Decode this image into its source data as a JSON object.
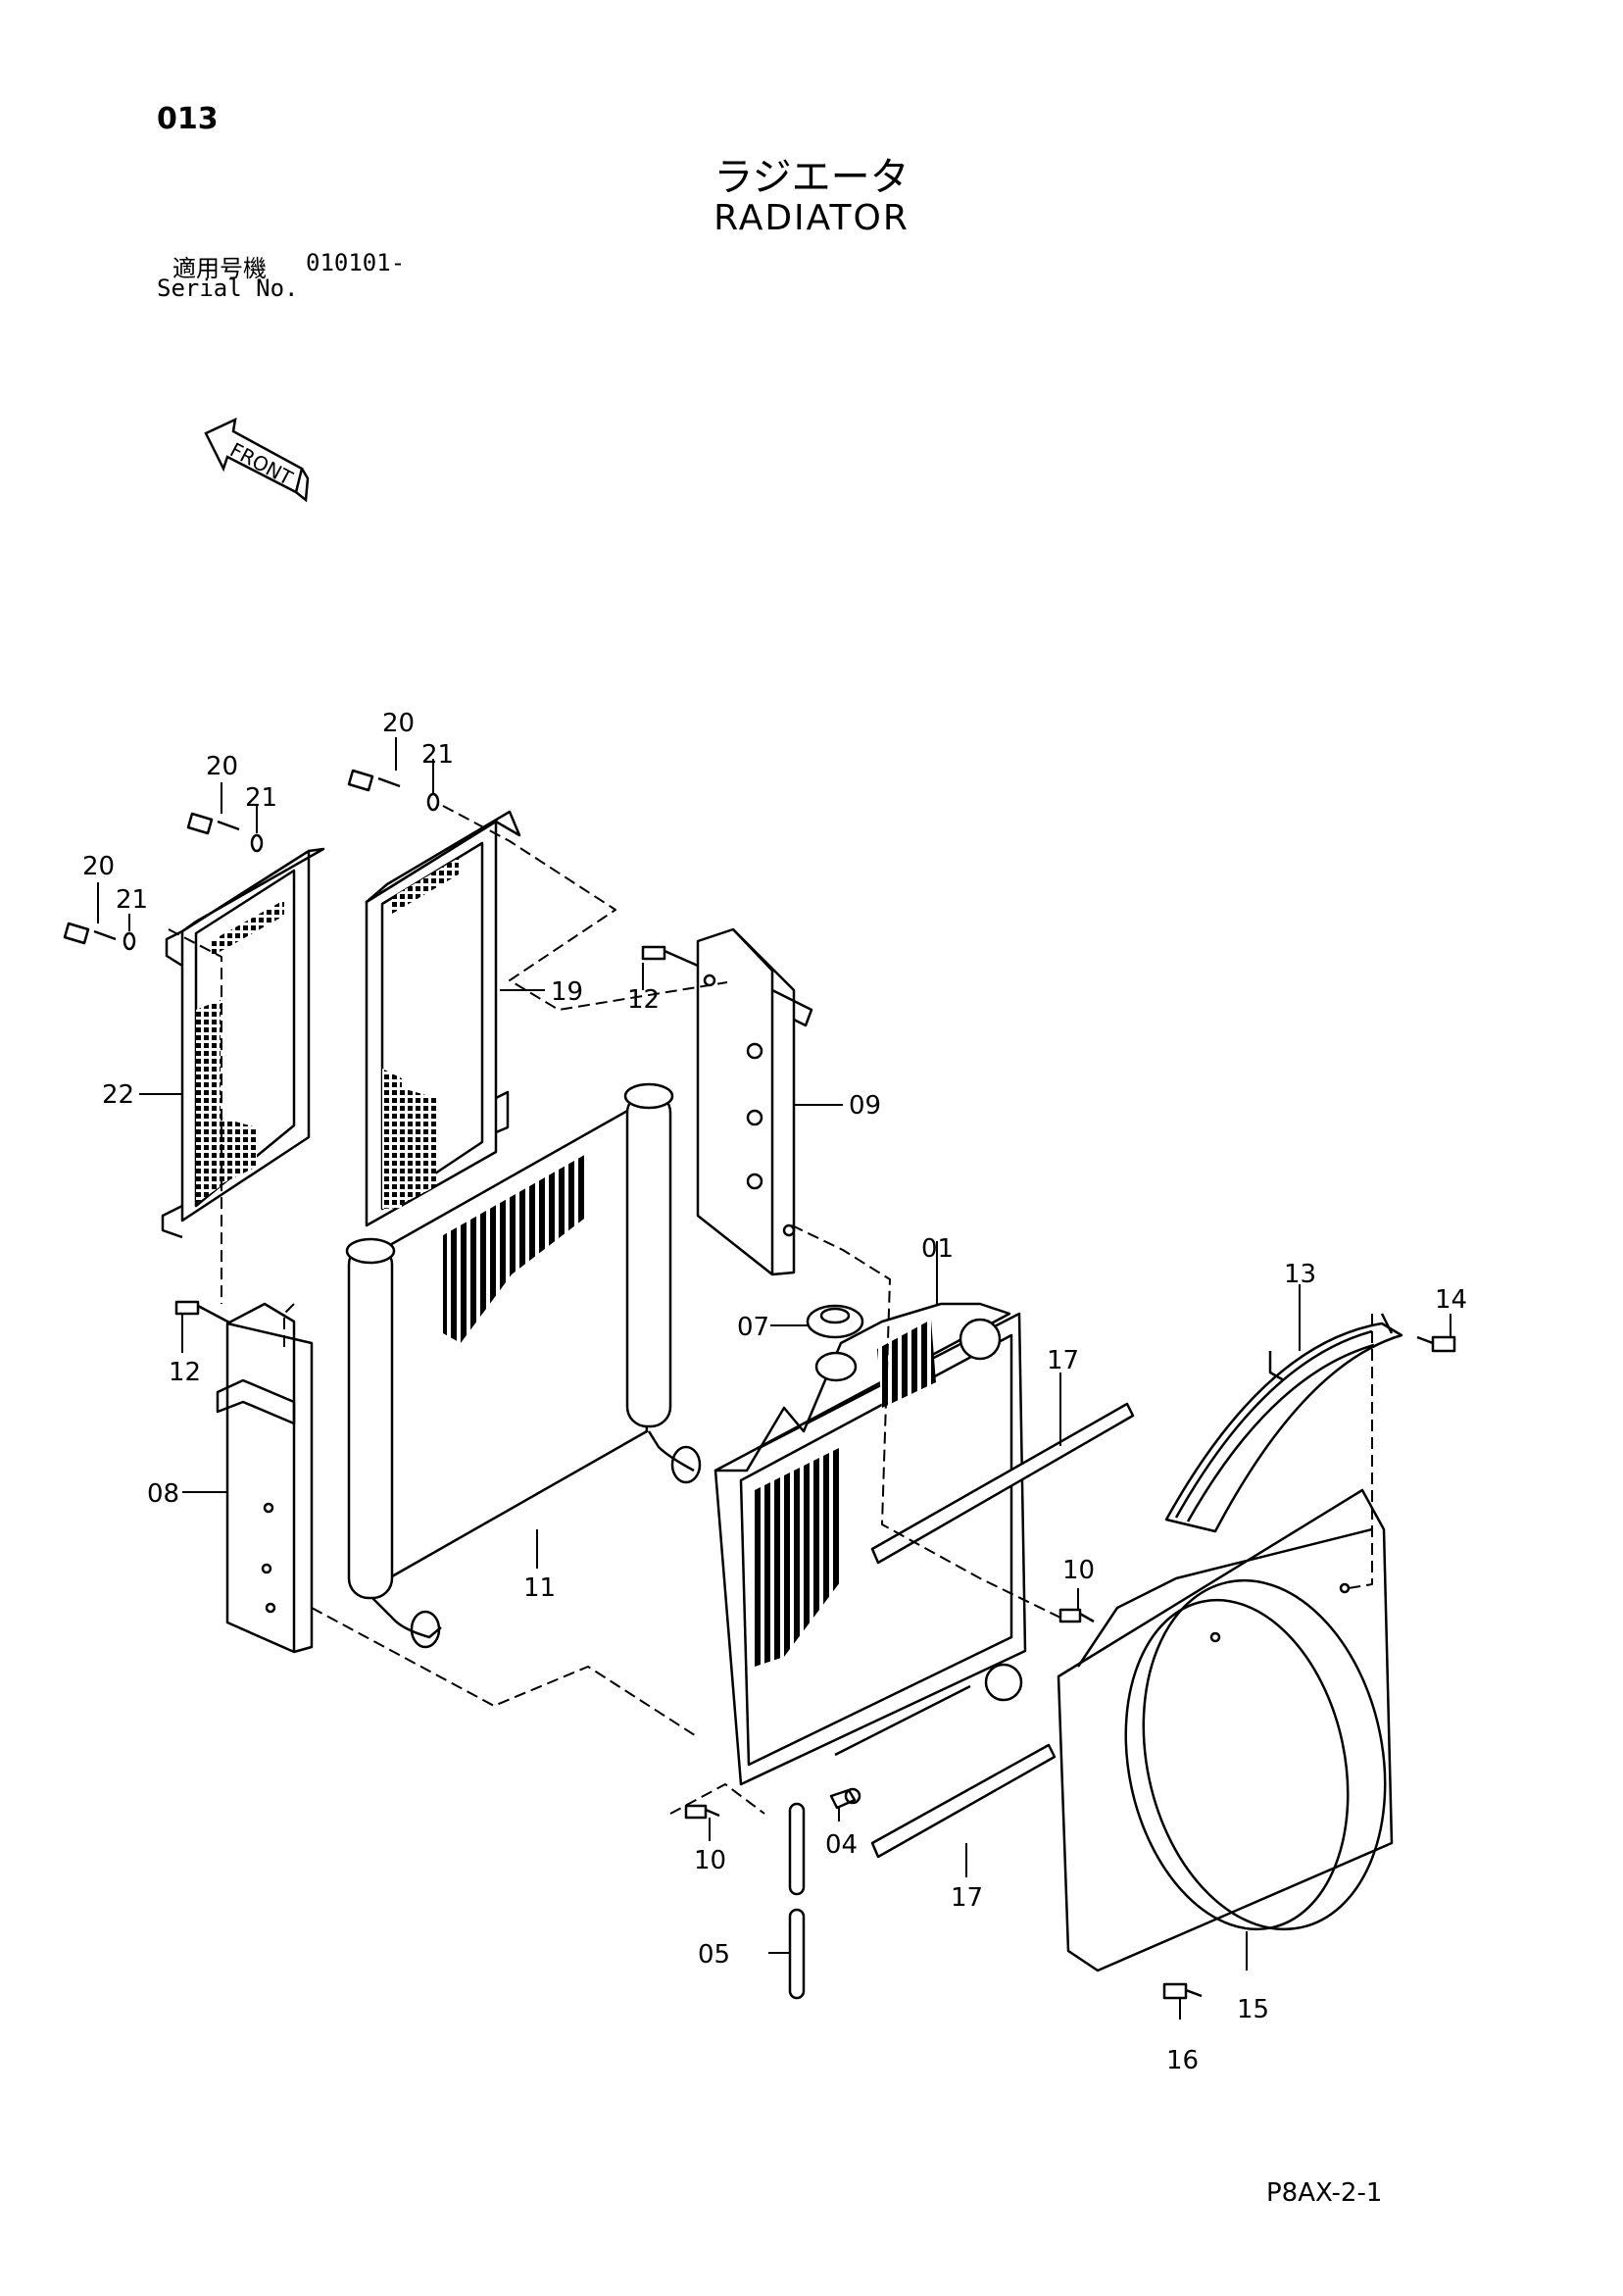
{
  "page_number": "013",
  "title_jp": "ラジエータ",
  "title_en": "RADIATOR",
  "serial": {
    "label_jp": "適用号機",
    "value": "010101-",
    "label_en": "Serial No."
  },
  "front_label": "FRONT",
  "drawing_code": "P8AX-2-1",
  "callouts": {
    "p01": "01",
    "p04": "04",
    "p05": "05",
    "p07": "07",
    "p08": "08",
    "p09": "09",
    "p10a": "10",
    "p10b": "10",
    "p11": "11",
    "p12a": "12",
    "p12b": "12",
    "p13": "13",
    "p14": "14",
    "p15": "15",
    "p16": "16",
    "p17a": "17",
    "p17b": "17",
    "p19": "19",
    "p20a": "20",
    "p20b": "20",
    "p20c": "20",
    "p21a": "21",
    "p21b": "21",
    "p21c": "21",
    "p22": "22"
  }
}
